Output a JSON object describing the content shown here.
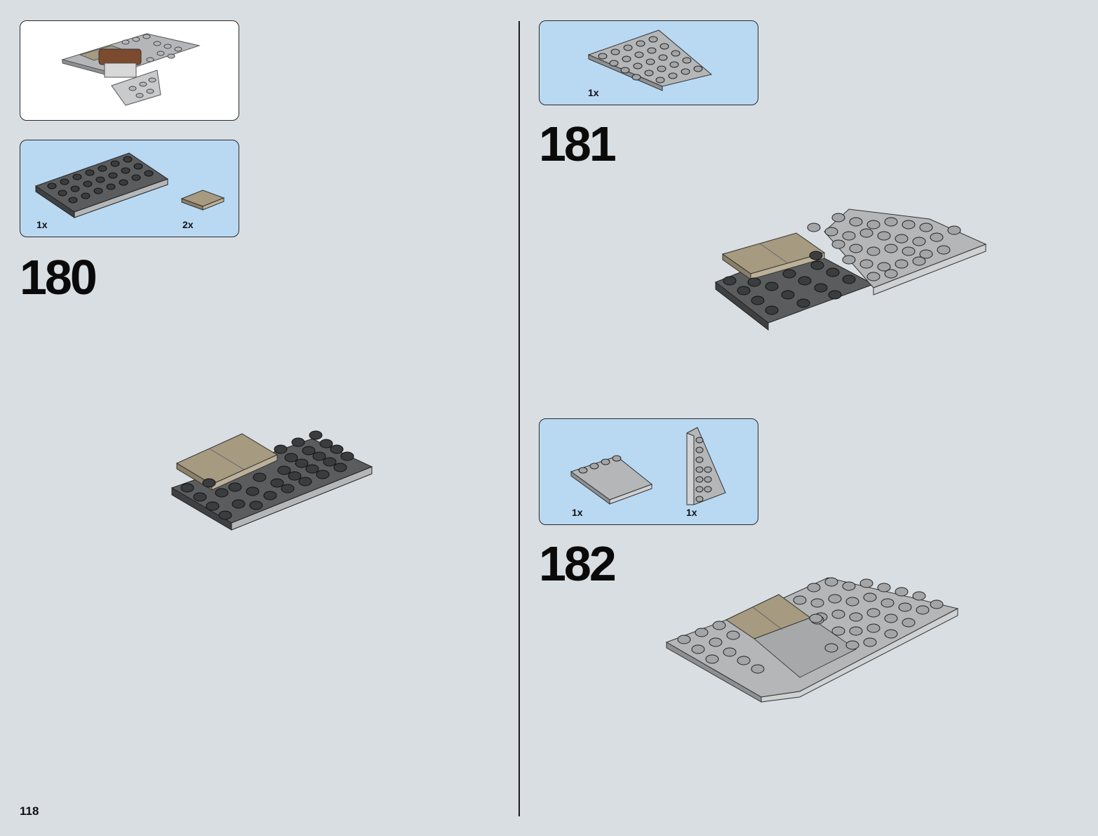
{
  "page_number": "118",
  "colors": {
    "background": "#d9dee3",
    "parts_callout": "#b9d9f3",
    "dark_gray": "#5a5c5e",
    "light_gray": "#b4b6b8",
    "tan": "#a69a80"
  },
  "steps": [
    {
      "number": "180",
      "parts": [
        {
          "qty": "1x",
          "part": "dark-gray-plate-icon"
        },
        {
          "qty": "2x",
          "part": "tan-tile-icon"
        }
      ]
    },
    {
      "number": "181",
      "parts": [
        {
          "qty": "1x",
          "part": "light-gray-wedge-plate-icon"
        }
      ]
    },
    {
      "number": "182",
      "parts": [
        {
          "qty": "1x",
          "part": "light-gray-plate-icon"
        },
        {
          "qty": "1x",
          "part": "light-gray-wing-plate-icon"
        }
      ]
    }
  ]
}
